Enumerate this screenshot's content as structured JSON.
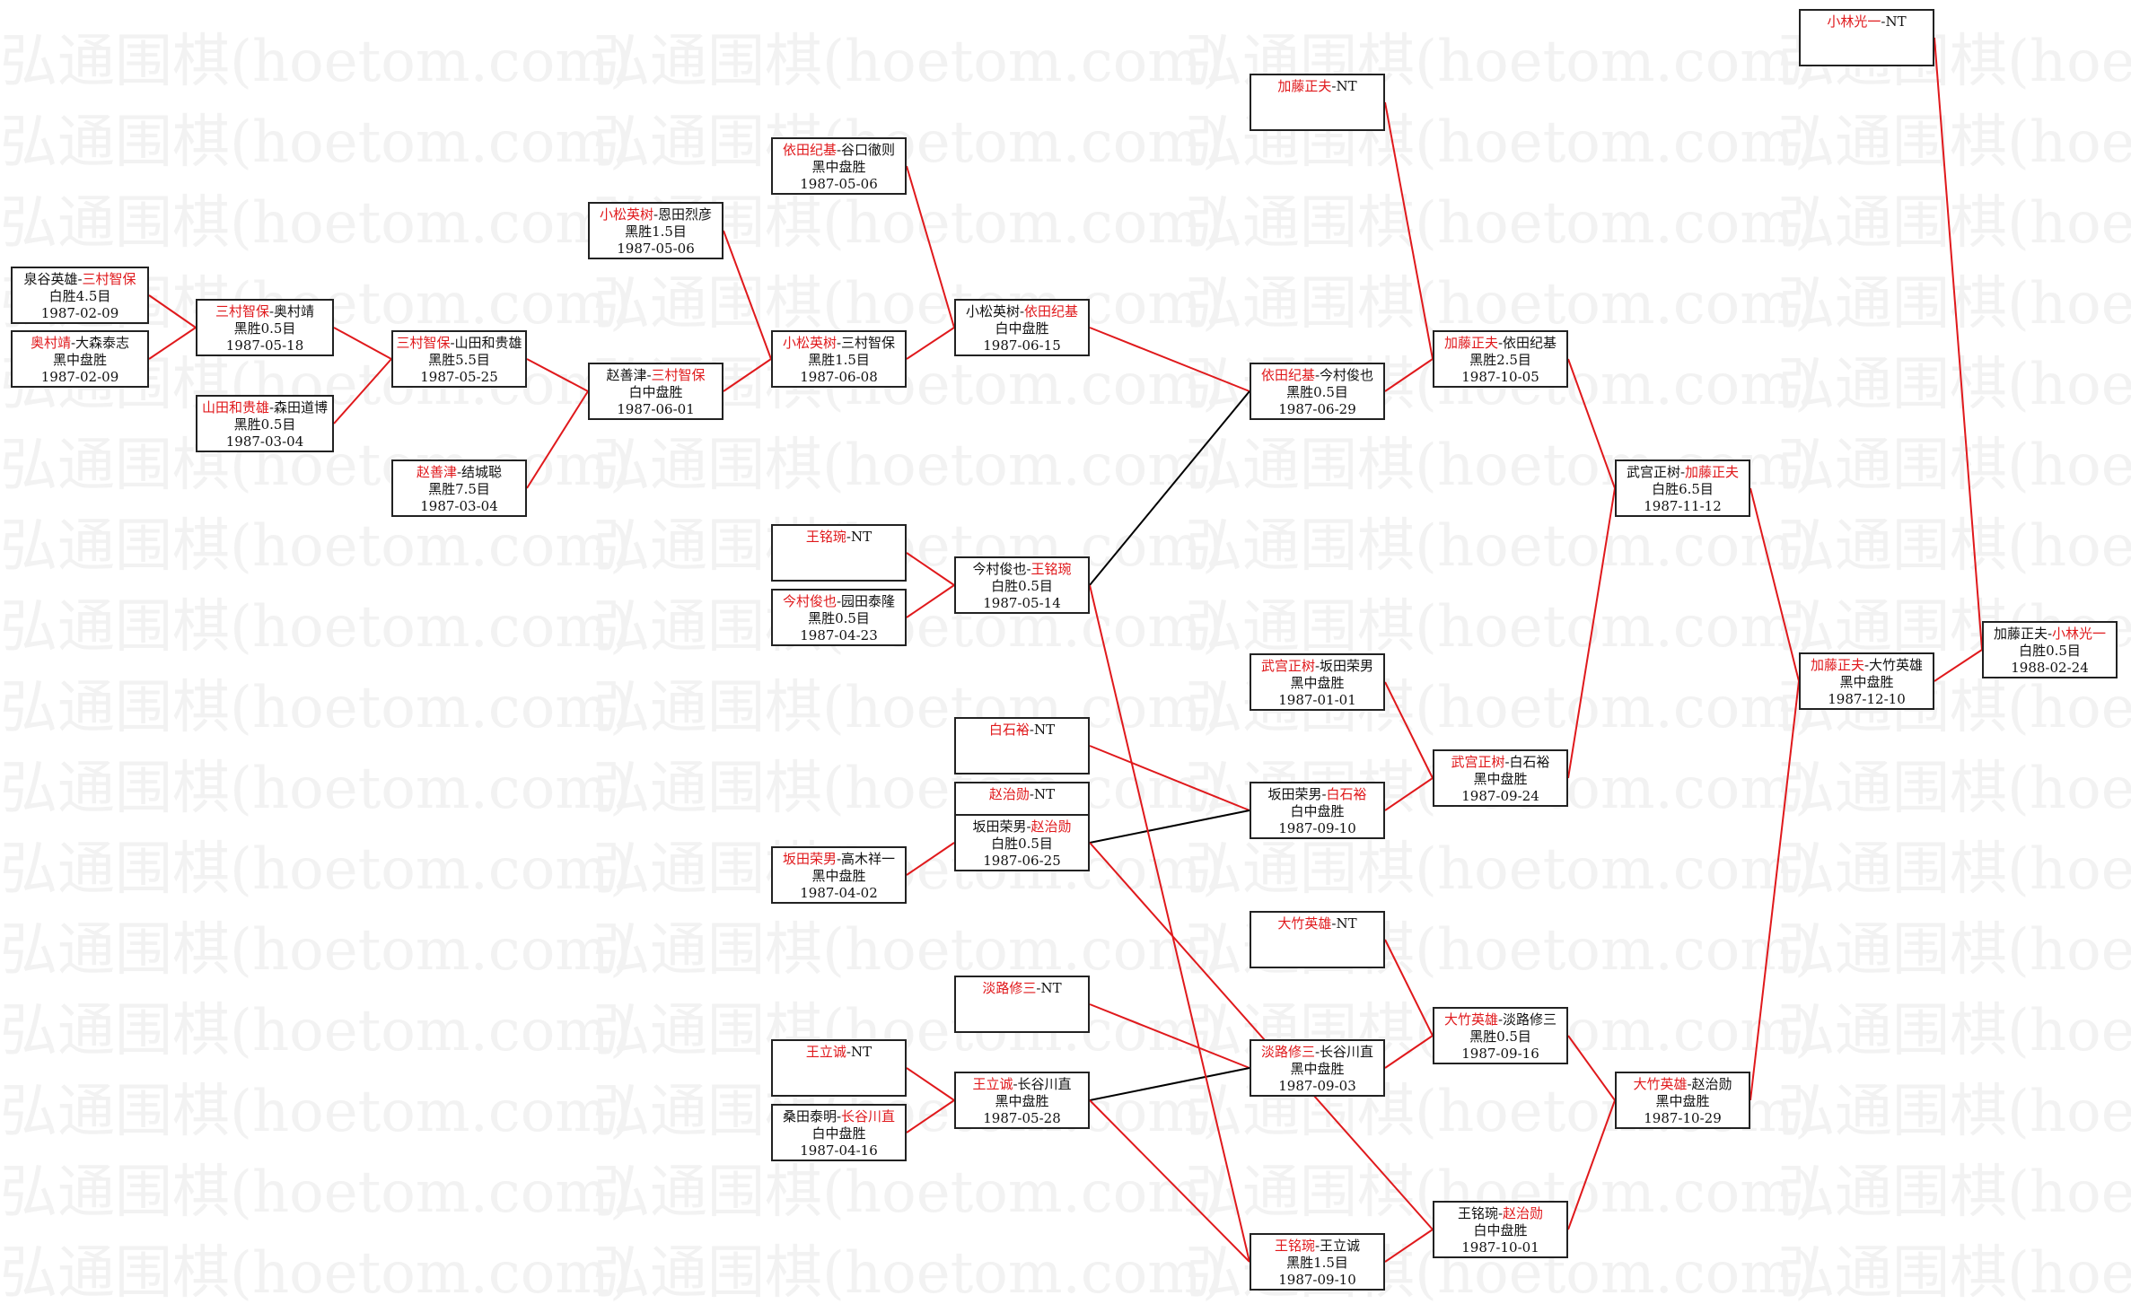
{
  "watermark": "弘通围棋(hoetom.com)",
  "colors": {
    "winner": "#e0191c",
    "line": "#e0191c",
    "line_dark": "#000000"
  },
  "games": {
    "g1": {
      "a": "泉谷英雄",
      "sep": "-",
      "b": "三村智保",
      "winner": "b",
      "result": "白胜4.5目",
      "date": "1987-02-09"
    },
    "g2": {
      "a": "奥村靖",
      "sep": "-",
      "b": "大森泰志",
      "winner": "a",
      "result": "黑中盘胜",
      "date": "1987-02-09"
    },
    "g3": {
      "a": "三村智保",
      "sep": "-",
      "b": "奥村靖",
      "winner": "a",
      "result": "黑胜0.5目",
      "date": "1987-05-18"
    },
    "g4": {
      "a": "山田和贵雄",
      "sep": "-",
      "b": "森田道博",
      "winner": "a",
      "result": "黑胜0.5目",
      "date": "1987-03-04"
    },
    "g5": {
      "a": "三村智保",
      "sep": "-",
      "b": "山田和贵雄",
      "winner": "a",
      "result": "黑胜5.5目",
      "date": "1987-05-25"
    },
    "g6": {
      "a": "赵善津",
      "sep": "-",
      "b": "结城聪",
      "winner": "a",
      "result": "黑胜7.5目",
      "date": "1987-03-04"
    },
    "g7": {
      "a": "赵善津",
      "sep": "-",
      "b": "三村智保",
      "winner": "b",
      "result": "白中盘胜",
      "date": "1987-06-01"
    },
    "g8": {
      "a": "小松英树",
      "sep": "-",
      "b": "恩田烈彦",
      "winner": "a",
      "result": "黑胜1.5目",
      "date": "1987-05-06"
    },
    "g9": {
      "a": "依田纪基",
      "sep": "-",
      "b": "谷口徹则",
      "winner": "a",
      "result": "黑中盘胜",
      "date": "1987-05-06"
    },
    "g10": {
      "a": "小松英树",
      "sep": "-",
      "b": "三村智保",
      "winner": "a",
      "result": "黑胜1.5目",
      "date": "1987-06-08"
    },
    "g11": {
      "a": "小松英树",
      "sep": "-",
      "b": "依田纪基",
      "winner": "b",
      "result": "白中盘胜",
      "date": "1987-06-15"
    },
    "g12": {
      "a": "王铭琬",
      "sep": "-",
      "b": "NT",
      "winner": "a",
      "result": "",
      "date": ""
    },
    "g13": {
      "a": "今村俊也",
      "sep": "-",
      "b": "园田泰隆",
      "winner": "a",
      "result": "黑胜0.5目",
      "date": "1987-04-23"
    },
    "g14": {
      "a": "今村俊也",
      "sep": "-",
      "b": "王铭琬",
      "winner": "b",
      "result": "白胜0.5目",
      "date": "1987-05-14"
    },
    "g15": {
      "a": "白石裕",
      "sep": "-",
      "b": "NT",
      "winner": "a",
      "result": "",
      "date": ""
    },
    "g16": {
      "a": "赵治勋",
      "sep": "-",
      "b": "NT",
      "winner": "a",
      "result": "",
      "date": ""
    },
    "g17": {
      "a": "坂田荣男",
      "sep": "-",
      "b": "高木祥一",
      "winner": "a",
      "result": "黑中盘胜",
      "date": "1987-04-02"
    },
    "g18": {
      "a": "坂田荣男",
      "sep": "-",
      "b": "赵治勋",
      "winner": "b",
      "result": "白胜0.5目",
      "date": "1987-06-25"
    },
    "g19": {
      "a": "淡路修三",
      "sep": "-",
      "b": "NT",
      "winner": "a",
      "result": "",
      "date": ""
    },
    "g20": {
      "a": "王立诚",
      "sep": "-",
      "b": "NT",
      "winner": "a",
      "result": "",
      "date": ""
    },
    "g21": {
      "a": "桑田泰明",
      "sep": "-",
      "b": "长谷川直",
      "winner": "b",
      "result": "白中盘胜",
      "date": "1987-04-16"
    },
    "g22": {
      "a": "王立诚",
      "sep": "-",
      "b": "长谷川直",
      "winner": "a",
      "result": "黑中盘胜",
      "date": "1987-05-28"
    },
    "g23": {
      "a": "加藤正夫",
      "sep": "-",
      "b": "NT",
      "winner": "a",
      "result": "",
      "date": ""
    },
    "g24": {
      "a": "依田纪基",
      "sep": "-",
      "b": "今村俊也",
      "winner": "a",
      "result": "黑胜0.5目",
      "date": "1987-06-29"
    },
    "g25": {
      "a": "武宫正树",
      "sep": "-",
      "b": "坂田荣男",
      "winner": "a",
      "result": "黑中盘胜",
      "date": "1987-01-01"
    },
    "g26": {
      "a": "坂田荣男",
      "sep": "-",
      "b": "白石裕",
      "winner": "b",
      "result": "白中盘胜",
      "date": "1987-09-10"
    },
    "g27": {
      "a": "大竹英雄",
      "sep": "-",
      "b": "NT",
      "winner": "a",
      "result": "",
      "date": ""
    },
    "g28": {
      "a": "淡路修三",
      "sep": "-",
      "b": "长谷川直",
      "winner": "a",
      "result": "黑中盘胜",
      "date": "1987-09-03"
    },
    "g29": {
      "a": "王铭琬",
      "sep": "-",
      "b": "王立诚",
      "winner": "a",
      "result": "黑胜1.5目",
      "date": "1987-09-10"
    },
    "g30": {
      "a": "加藤正夫",
      "sep": "-",
      "b": "依田纪基",
      "winner": "a",
      "result": "黑胜2.5目",
      "date": "1987-10-05"
    },
    "g31": {
      "a": "武宫正树",
      "sep": "-",
      "b": "白石裕",
      "winner": "a",
      "result": "黑中盘胜",
      "date": "1987-09-24"
    },
    "g32": {
      "a": "大竹英雄",
      "sep": "-",
      "b": "淡路修三",
      "winner": "a",
      "result": "黑胜0.5目",
      "date": "1987-09-16"
    },
    "g33": {
      "a": "王铭琬",
      "sep": "-",
      "b": "赵治勋",
      "winner": "b",
      "result": "白中盘胜",
      "date": "1987-10-01"
    },
    "g34": {
      "a": "武宫正树",
      "sep": "-",
      "b": "加藤正夫",
      "winner": "b",
      "result": "白胜6.5目",
      "date": "1987-11-12"
    },
    "g35": {
      "a": "大竹英雄",
      "sep": "-",
      "b": "赵治勋",
      "winner": "a",
      "result": "黑中盘胜",
      "date": "1987-10-29"
    },
    "g36": {
      "a": "小林光一",
      "sep": "-",
      "b": "NT",
      "winner": "a",
      "result": "",
      "date": ""
    },
    "g37": {
      "a": "加藤正夫",
      "sep": "-",
      "b": "大竹英雄",
      "winner": "a",
      "result": "黑中盘胜",
      "date": "1987-12-10"
    },
    "g38": {
      "a": "加藤正夫",
      "sep": "-",
      "b": "小林光一",
      "winner": "b",
      "result": "白胜0.5目",
      "date": "1988-02-24"
    }
  }
}
